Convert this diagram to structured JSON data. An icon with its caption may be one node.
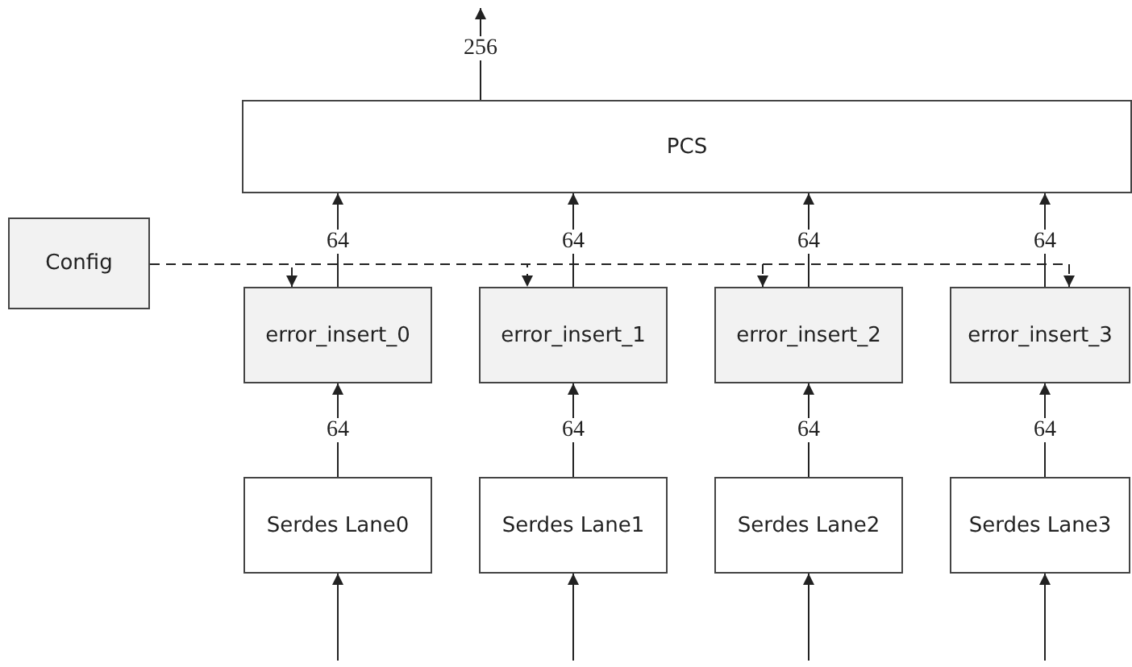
{
  "diagram": {
    "nodes": [
      {
        "text": [
          "PCS"
        ]
      },
      {
        "text": [
          "Config"
        ]
      },
      {
        "text": [
          "error_insert_0"
        ]
      },
      {
        "text": [
          "error_insert_1"
        ]
      },
      {
        "text": [
          "error_insert_2"
        ]
      },
      {
        "text": [
          "error_insert_3"
        ]
      },
      {
        "text": [
          "Serdes Lane0"
        ]
      },
      {
        "text": [
          "Serdes Lane1"
        ]
      },
      {
        "text": [
          "Serdes Lane2"
        ]
      },
      {
        "text": [
          "Serdes Lane3"
        ]
      }
    ],
    "edges": [
      {
        "from": 0,
        "to": null,
        "arrow": "to",
        "label": "256"
      },
      {
        "from": 2,
        "to": 0,
        "arrow": "to",
        "label": "64"
      },
      {
        "from": 3,
        "to": 0,
        "arrow": "to",
        "label": "64"
      },
      {
        "from": 4,
        "to": 0,
        "arrow": "to",
        "label": "64"
      },
      {
        "from": 5,
        "to": 0,
        "arrow": "to",
        "label": "64"
      },
      {
        "from": 1,
        "to": 2,
        "arrow": "to",
        "style": "dashed"
      },
      {
        "from": 1,
        "to": 3,
        "arrow": "to",
        "style": "dashed"
      },
      {
        "from": 1,
        "to": 4,
        "arrow": "to",
        "style": "dashed"
      },
      {
        "from": 1,
        "to": 5,
        "arrow": "to",
        "style": "dashed"
      },
      {
        "from": 6,
        "to": 2,
        "arrow": "to",
        "label": "64"
      },
      {
        "from": 7,
        "to": 3,
        "arrow": "to",
        "label": "64"
      },
      {
        "from": 8,
        "to": 4,
        "arrow": "to",
        "label": "64"
      },
      {
        "from": 9,
        "to": 5,
        "arrow": "to",
        "label": "64"
      },
      {
        "from": null,
        "to": 6,
        "arrow": "to"
      },
      {
        "from": null,
        "to": 7,
        "arrow": "to"
      },
      {
        "from": null,
        "to": 8,
        "arrow": "to"
      },
      {
        "from": null,
        "to": 9,
        "arrow": "to"
      }
    ]
  }
}
